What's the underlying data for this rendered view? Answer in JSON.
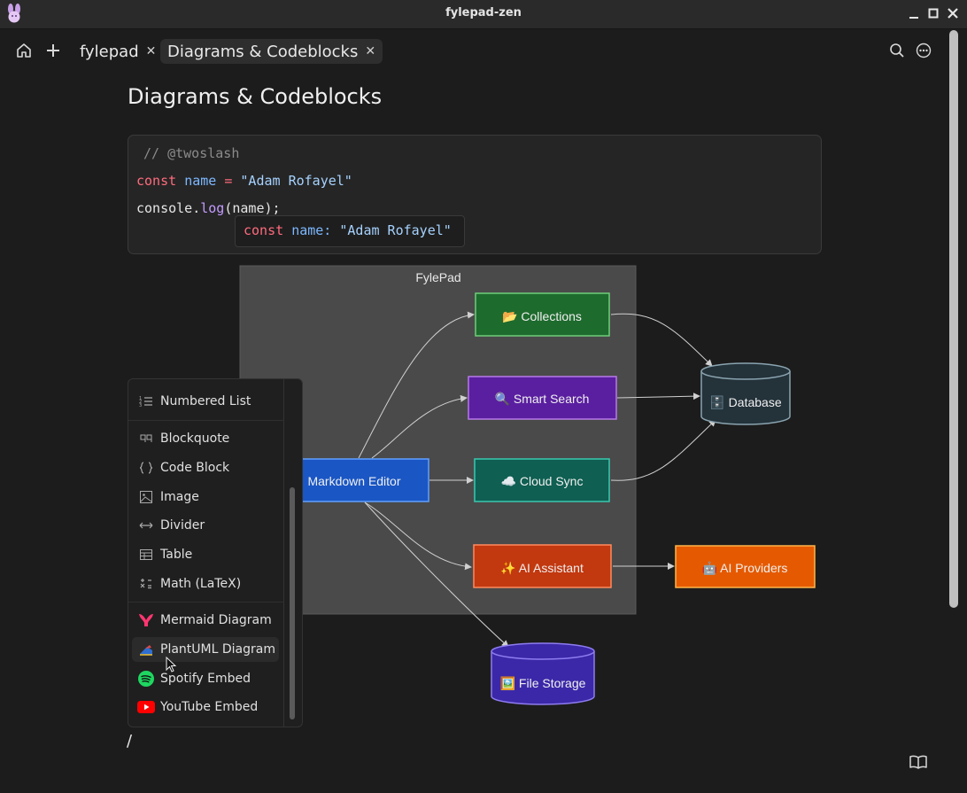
{
  "window": {
    "title": "fylepad-zen"
  },
  "tabs": [
    {
      "label": "fylepad",
      "active": false
    },
    {
      "label": "Diagrams & Codeblocks",
      "active": true
    }
  ],
  "document": {
    "title": "Diagrams & Codeblocks",
    "code": {
      "comment": "// @twoslash",
      "line1": {
        "keyword": "const",
        "name": "name",
        "op": "=",
        "value": "\"Adam Rofayel\""
      },
      "line2": {
        "obj": "console.",
        "fn": "log",
        "args": "(name);"
      },
      "popup": {
        "keyword": "const",
        "name": "name:",
        "value": "\"Adam Rofayel\""
      }
    },
    "diagram": {
      "group_label": "FylePad",
      "nodes": {
        "collections": "📂 Collections",
        "smart_search": "🔍 Smart Search",
        "cloud_sync": "☁️ Cloud Sync",
        "ai_assistant": "✨ AI Assistant",
        "markdown_editor": "Markdown Editor",
        "database": "🗄️ Database",
        "ai_providers": "🤖 AI Providers",
        "file_storage": "🖼️ File Storage"
      }
    },
    "slash_input": "/"
  },
  "slash_menu": {
    "items": [
      {
        "label": "Numbered List",
        "icon": "numbered-list-icon"
      },
      {
        "label": "Blockquote",
        "icon": "blockquote-icon"
      },
      {
        "label": "Code Block",
        "icon": "code-block-icon"
      },
      {
        "label": "Image",
        "icon": "image-icon"
      },
      {
        "label": "Divider",
        "icon": "divider-icon"
      },
      {
        "label": "Table",
        "icon": "table-icon"
      },
      {
        "label": "Math (LaTeX)",
        "icon": "math-icon"
      },
      {
        "label": "Mermaid Diagram",
        "icon": "mermaid-icon"
      },
      {
        "label": "PlantUML Diagram",
        "icon": "plantuml-icon"
      },
      {
        "label": "Spotify Embed",
        "icon": "spotify-icon"
      },
      {
        "label": "YouTube Embed",
        "icon": "youtube-icon"
      }
    ],
    "highlighted": "PlantUML Diagram"
  },
  "colors": {
    "background": "#1c1c1c",
    "codeblock_bg": "#252525",
    "group_fill": "#4a4a4a",
    "collections": "#1e6b2e",
    "smart_search": "#5a1fa0",
    "cloud_sync": "#0f5f52",
    "ai_assistant": "#c2380f",
    "markdown_editor": "#1a56c4",
    "database": "#24323a",
    "ai_providers": "#e55a00",
    "file_storage": "#3b28a8"
  }
}
